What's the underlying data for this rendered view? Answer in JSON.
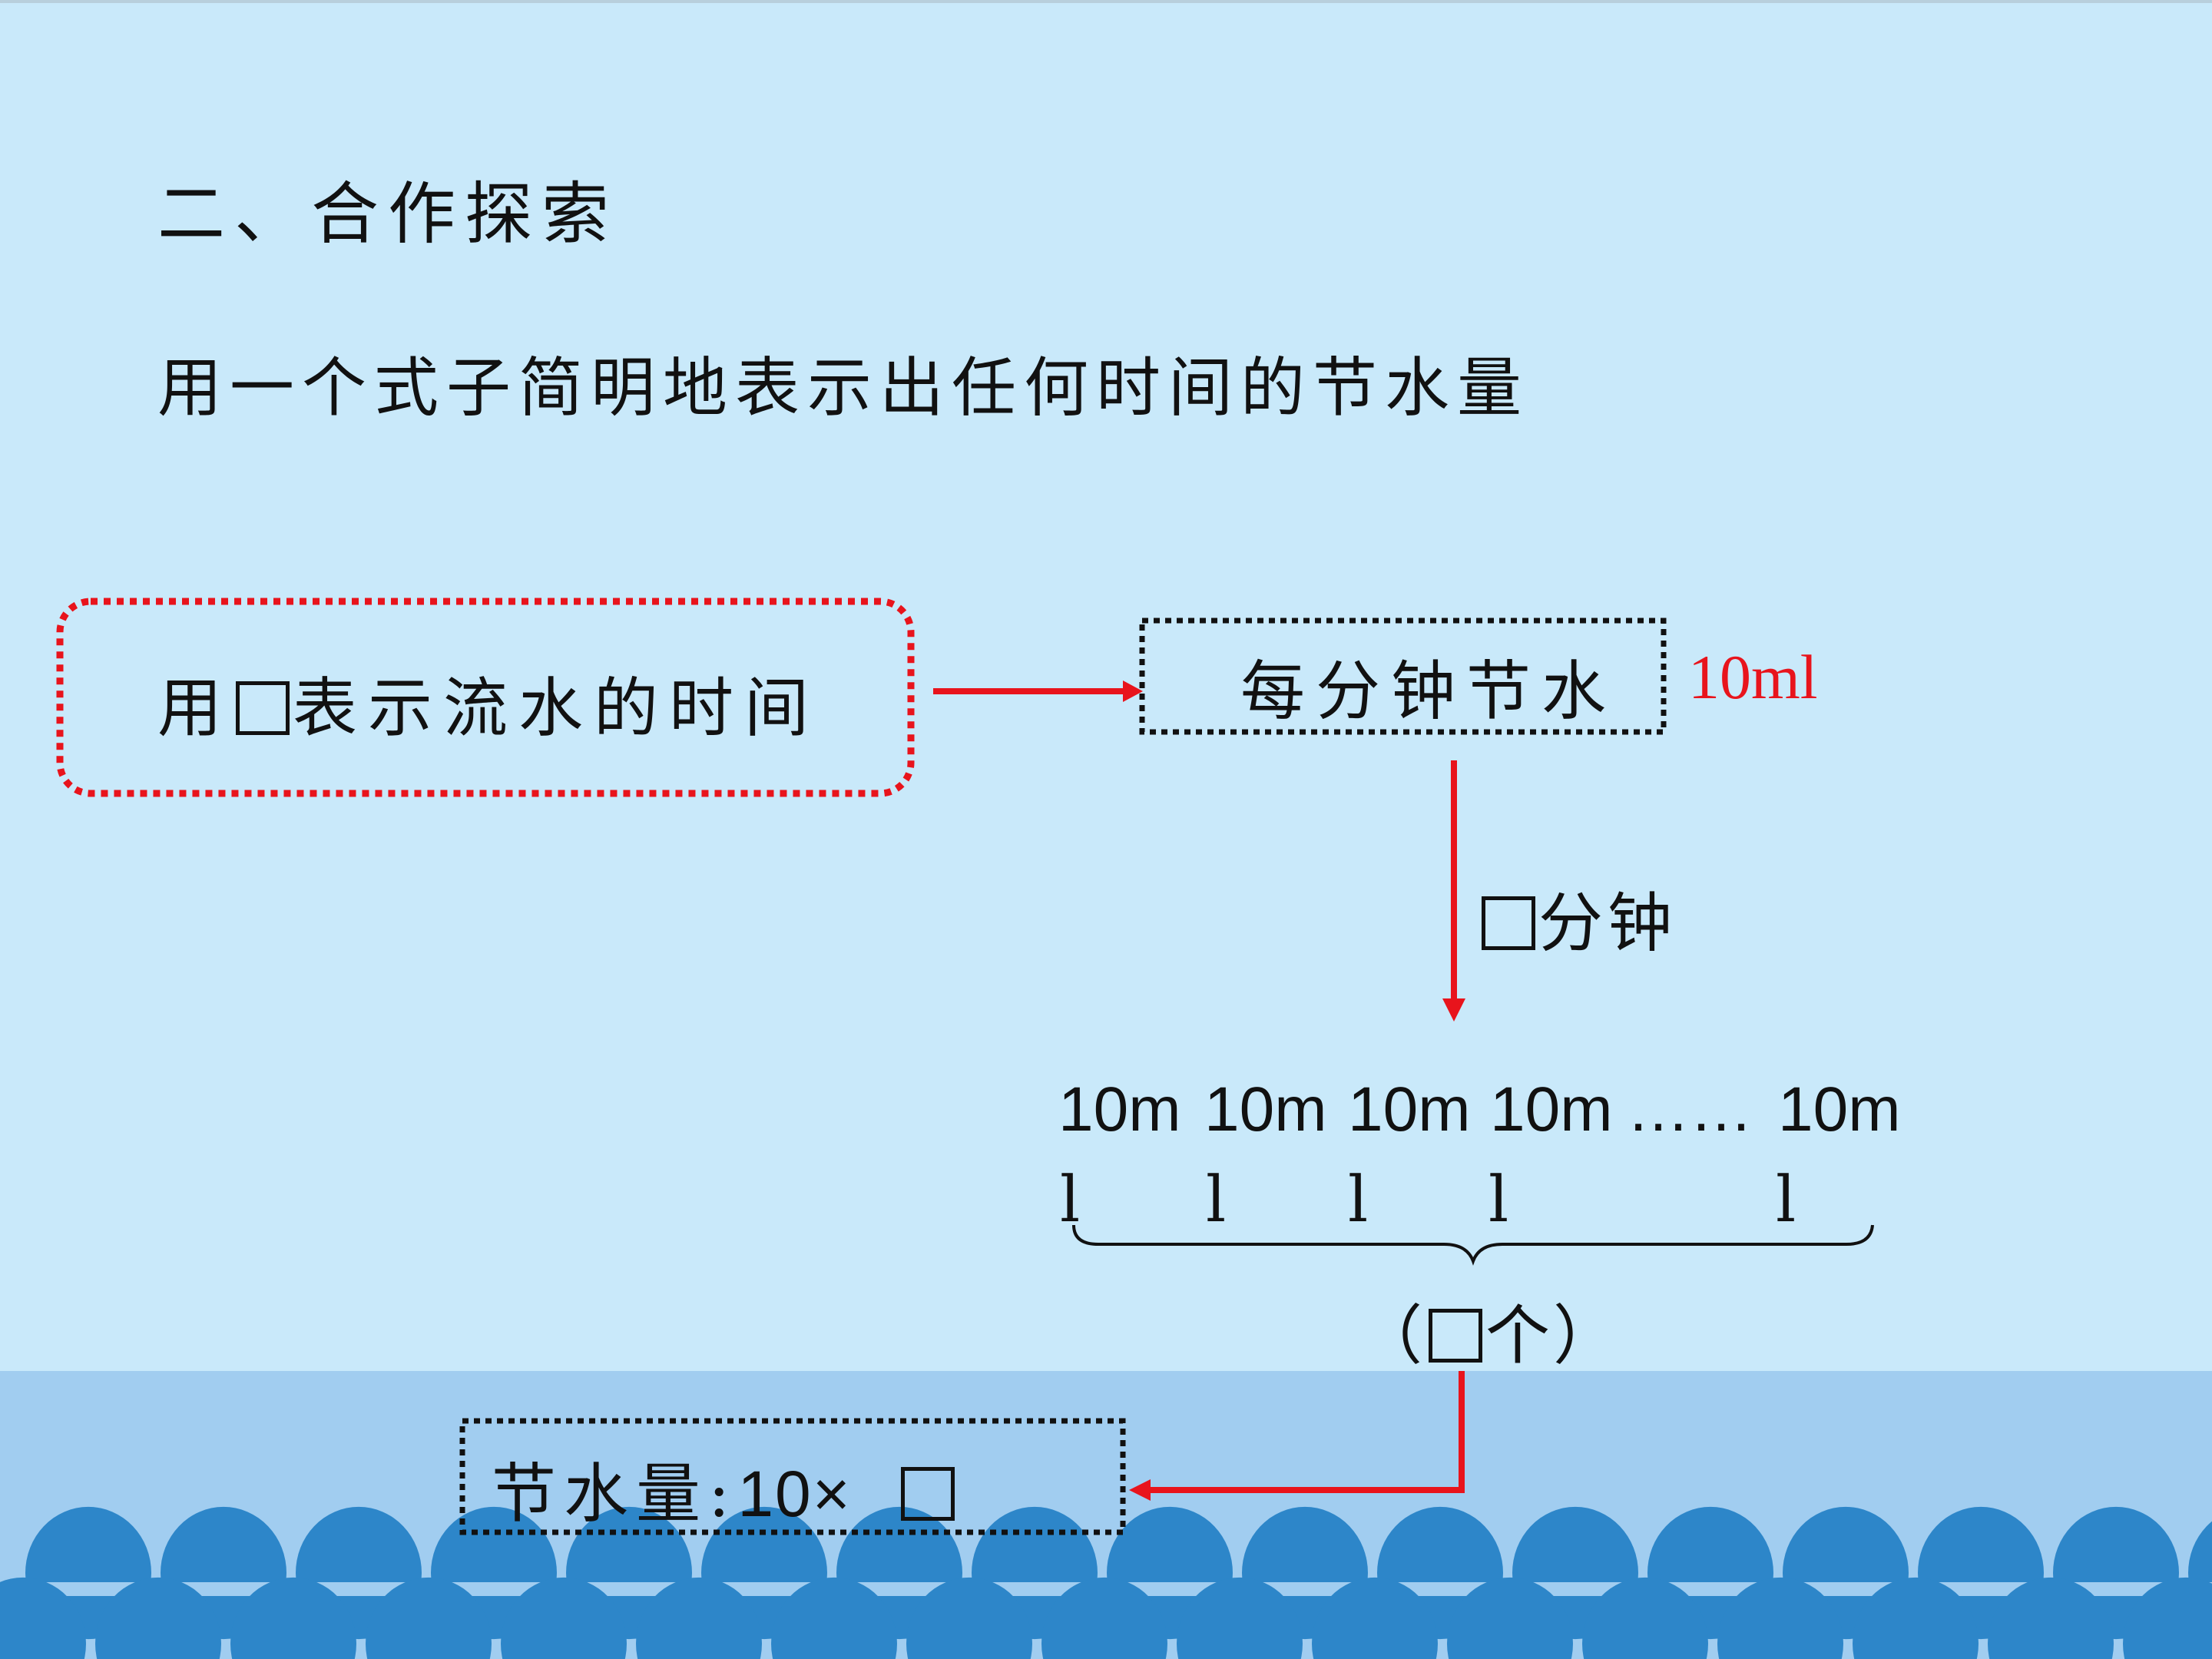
{
  "heading": "二、合作探索",
  "prompt": "用一个式子简明地表示出任何时间的节水量",
  "box_left": {
    "prefix": "用",
    "suffix": "表示流水的时间"
  },
  "box_right": {
    "label": "每分钟节水"
  },
  "rate": "10ml",
  "arrow_label": {
    "suffix": "分钟"
  },
  "sequence": {
    "items": [
      "10m",
      "10m",
      "10m",
      "10m",
      "10m"
    ],
    "ellipsis": "……",
    "bottom_items": [
      "l",
      "l",
      "l",
      "l",
      "l"
    ],
    "count": {
      "open": "（",
      "suffix": "个）"
    }
  },
  "result": {
    "label": "节水量:",
    "expr": "10×"
  },
  "colors": {
    "background": "#c9e9fa",
    "accent": "#e8141c",
    "water": "#a1cdf0",
    "wave": "#2d86c9"
  }
}
